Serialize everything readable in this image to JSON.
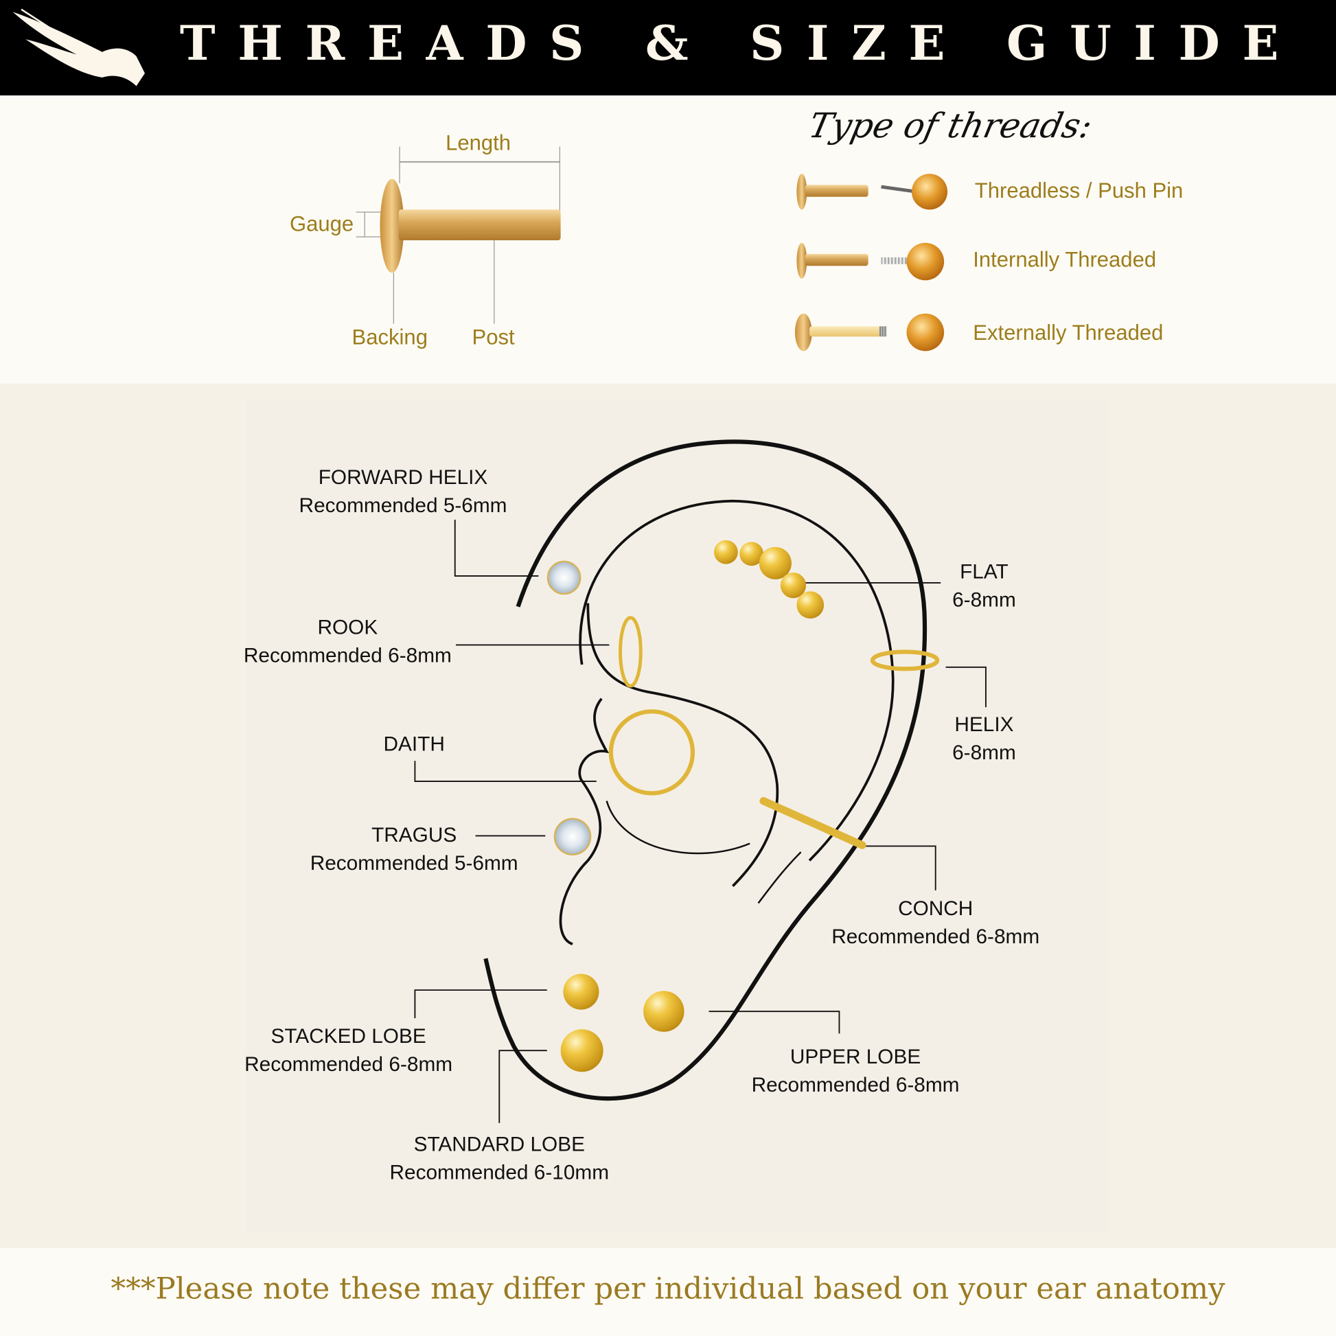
{
  "header": {
    "title": "THREADS & SIZE GUIDE",
    "logo": "winged-horse-logo"
  },
  "anatomy": {
    "length": "Length",
    "gauge": "Gauge",
    "backing": "Backing",
    "post": "Post"
  },
  "threads": {
    "heading": "Type of threads:",
    "types": [
      {
        "label": "Threadless / Push Pin"
      },
      {
        "label": "Internally Threaded"
      },
      {
        "label": "Externally Threaded"
      }
    ]
  },
  "piercings": {
    "forward_helix": {
      "name": "FORWARD HELIX",
      "size": "Recommended 5-6mm"
    },
    "rook": {
      "name": "ROOK",
      "size": "Recommended 6-8mm"
    },
    "daith": {
      "name": "DAITH"
    },
    "tragus": {
      "name": "TRAGUS",
      "size": "Recommended 5-6mm"
    },
    "flat": {
      "name": "FLAT",
      "size": "6-8mm"
    },
    "helix": {
      "name": "HELIX",
      "size": "6-8mm"
    },
    "conch": {
      "name": "CONCH",
      "size": "Recommended 6-8mm"
    },
    "stacked_lobe": {
      "name": "STACKED LOBE",
      "size": "Recommended 6-8mm"
    },
    "upper_lobe": {
      "name": "UPPER LOBE",
      "size": "Recommended 6-8mm"
    },
    "standard_lobe": {
      "name": "STANDARD LOBE",
      "size": "Recommended 6-10mm"
    }
  },
  "footer": {
    "note": "***Please note these may differ per individual based on your ear anatomy"
  },
  "colors": {
    "gold_text": "#9c7d1c",
    "header_bg": "#000000",
    "panel_bg": "#f5f1e7"
  }
}
